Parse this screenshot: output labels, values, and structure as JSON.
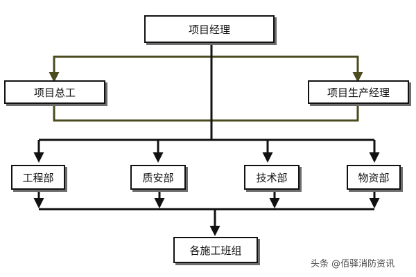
{
  "diagram": {
    "nodes": {
      "project_manager": "项目经理",
      "chief_engineer": "项目总工",
      "production_manager": "项目生产经理",
      "engineering_dept": "工程部",
      "quality_safety_dept": "质安部",
      "technical_dept": "技术部",
      "materials_dept": "物资部",
      "construction_teams": "各施工班组"
    },
    "edges": [
      {
        "from": "项目经理",
        "to": "项目总工"
      },
      {
        "from": "项目经理",
        "to": "项目生产经理"
      },
      {
        "from": "项目经理",
        "to": "工程部"
      },
      {
        "from": "项目经理",
        "to": "质安部"
      },
      {
        "from": "项目经理",
        "to": "技术部"
      },
      {
        "from": "项目经理",
        "to": "物资部"
      },
      {
        "from": "工程部",
        "to": "各施工班组"
      },
      {
        "from": "质安部",
        "to": "各施工班组"
      },
      {
        "from": "技术部",
        "to": "各施工班组"
      },
      {
        "from": "物资部",
        "to": "各施工班组"
      }
    ],
    "colors": {
      "box_border": "#111111",
      "box_shadow": "#6d6d6d",
      "olive_connector": "#4b4b1f",
      "black_connector": "#111111"
    }
  },
  "watermark": "头条 @佰驿消防资讯"
}
